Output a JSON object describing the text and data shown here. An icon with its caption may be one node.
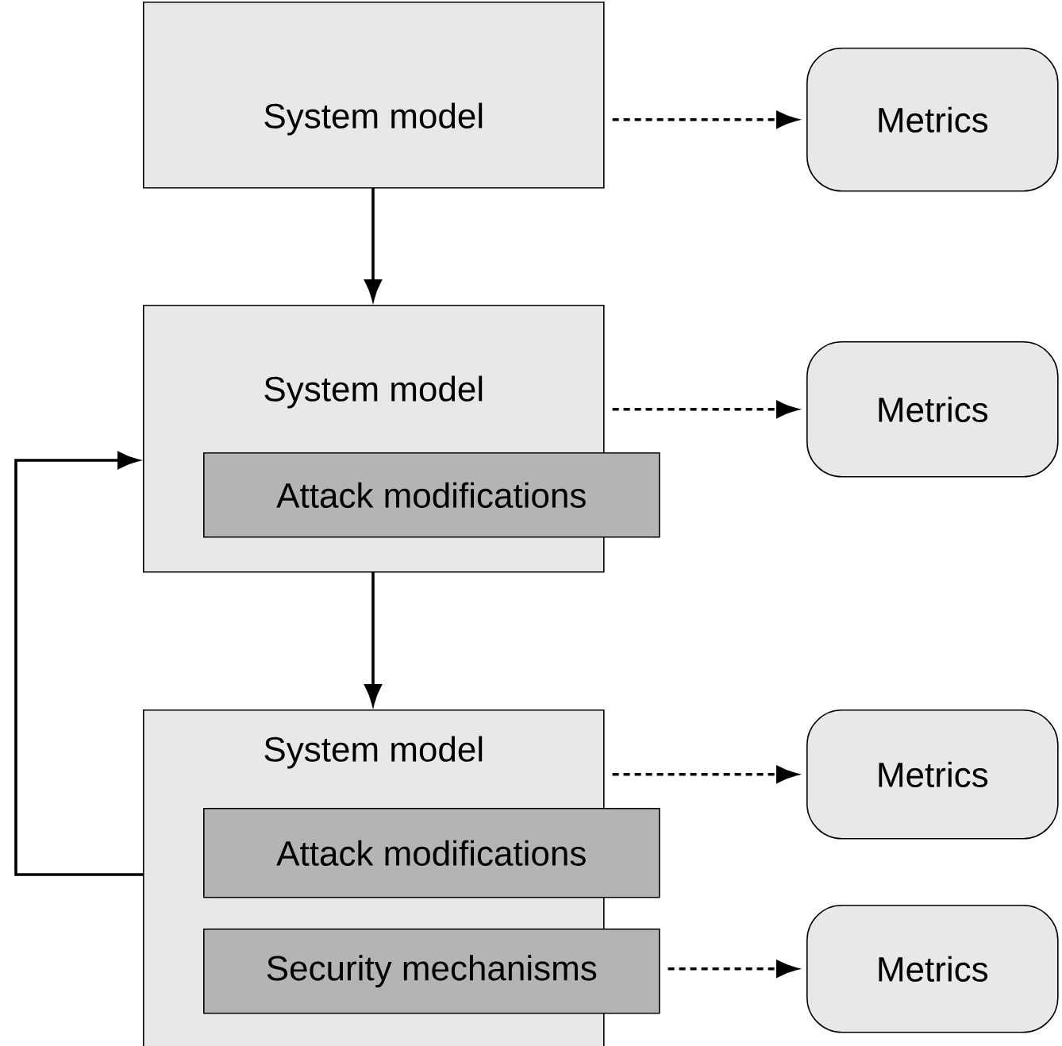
{
  "diagram": {
    "nodes": [
      {
        "text": [
          "System model"
        ]
      },
      {
        "text": [
          "Metrics"
        ]
      },
      {
        "text": [
          "System model"
        ]
      },
      {
        "text": [
          "Attack modifications"
        ],
        "in": 2
      },
      {
        "text": [
          "Metrics"
        ]
      },
      {
        "text": [
          "System model"
        ]
      },
      {
        "text": [
          "Attack modifications"
        ],
        "in": 5
      },
      {
        "text": [
          "Security mechanisms"
        ],
        "in": 5
      },
      {
        "text": [
          "Metrics"
        ]
      },
      {
        "text": [
          "Metrics"
        ]
      }
    ],
    "edges": [
      {
        "from": 0,
        "to": 1,
        "arrow": "to",
        "style": "dashed"
      },
      {
        "from": 0,
        "to": 2,
        "arrow": "to"
      },
      {
        "from": 2,
        "to": 4,
        "arrow": "to",
        "style": "dashed"
      },
      {
        "from": 2,
        "to": 5,
        "arrow": "to"
      },
      {
        "from": 5,
        "to": 2,
        "arrow": "to"
      },
      {
        "from": 5,
        "to": 8,
        "arrow": "to",
        "style": "dashed"
      },
      {
        "from": 7,
        "to": 9,
        "arrow": "to",
        "style": "dashed"
      }
    ]
  }
}
